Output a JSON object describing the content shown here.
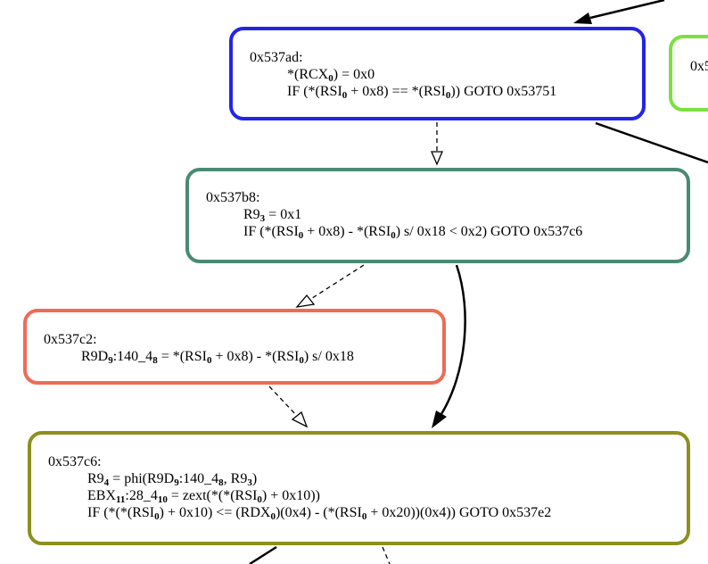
{
  "nodes": {
    "n1": {
      "addr": "0x537ad:",
      "lines": [
        "*(RCX0) = 0x0",
        "IF (*(RSI0 + 0x8) == *(RSI0)) GOTO 0x53751"
      ]
    },
    "n2": {
      "addr": "0x5"
    },
    "n3": {
      "addr": "0x537b8:",
      "lines": [
        "R93 = 0x1",
        "IF (*(RSI0 + 0x8) - *(RSI0) s/ 0x18 < 0x2) GOTO 0x537c6"
      ]
    },
    "n4": {
      "addr": "0x537c2:",
      "lines": [
        "R9D9:140_48 = *(RSI0 + 0x8) - *(RSI0) s/ 0x18"
      ]
    },
    "n5": {
      "addr": "0x537c6:",
      "lines": [
        "R94 = phi(R9D9:140_48, R93)",
        "EBX11:28_410 = zext(*(*(RSI0) + 0x10))",
        "IF (*(*(RSI0) + 0x10) <= (RDX0)(0x4) - (*(RSI0 + 0x20))(0x4)) GOTO 0x537e2"
      ]
    }
  },
  "colors": {
    "n1_border": "#2424e6",
    "n2_border": "#7be041",
    "n3_border": "#4a8a73",
    "n4_border": "#ee6b55",
    "n5_border": "#8e8f1f",
    "edge": "#000000"
  },
  "edges": [
    {
      "from": "offscreen",
      "to": "n1",
      "style": "solid"
    },
    {
      "from": "n1",
      "to": "n3",
      "style": "dashed"
    },
    {
      "from": "n1",
      "to": "offscreen",
      "style": "solid"
    },
    {
      "from": "n3",
      "to": "n4",
      "style": "dashed"
    },
    {
      "from": "n3",
      "to": "n5",
      "style": "solid"
    },
    {
      "from": "n4",
      "to": "n5",
      "style": "dashed"
    },
    {
      "from": "n5",
      "to": "offscreen",
      "style": "solid"
    },
    {
      "from": "n5",
      "to": "offscreen",
      "style": "dashed"
    }
  ]
}
